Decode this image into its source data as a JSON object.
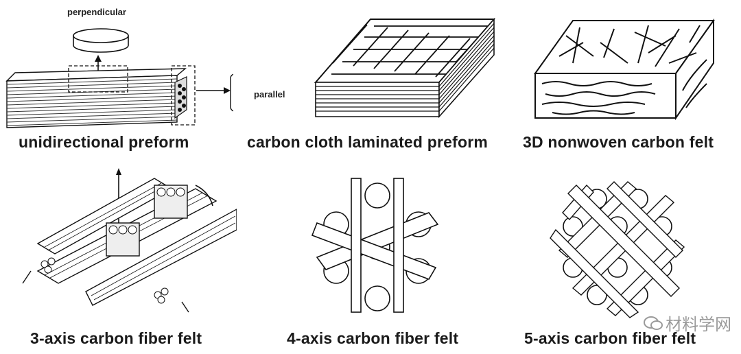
{
  "labels": {
    "perpendicular": "perpendicular",
    "parallel": "parallel"
  },
  "captions": {
    "unidirectional": "unidirectional preform",
    "laminated": "carbon cloth laminated preform",
    "nonwoven": "3D nonwoven carbon felt",
    "axis3": "3-axis carbon fiber felt",
    "axis4": "4-axis carbon fiber felt",
    "axis5": "5-axis carbon fiber felt"
  },
  "watermark": "材料学网"
}
